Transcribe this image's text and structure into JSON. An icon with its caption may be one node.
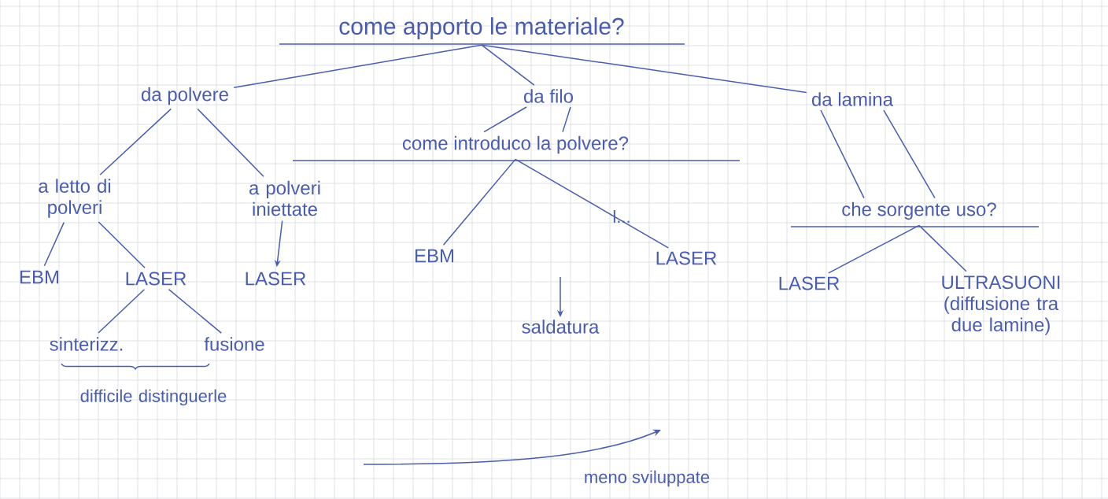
{
  "diagram": {
    "nodes": [
      {
        "text": [
          "come apporto le materiale?"
        ]
      },
      {
        "text": [
          "da polvere"
        ]
      },
      {
        "text": [
          "da filo"
        ]
      },
      {
        "text": [
          "da lamina"
        ]
      },
      {
        "text": [
          "come introduco la polvere?"
        ]
      },
      {
        "text": [
          "a letto di polveri"
        ]
      },
      {
        "text": [
          "a polveri iniettate"
        ]
      },
      {
        "text": [
          "EBM"
        ]
      },
      {
        "text": [
          "LASER"
        ]
      },
      {
        "text": [
          "LASER"
        ]
      },
      {
        "text": [
          "sinterizz."
        ]
      },
      {
        "text": [
          "fusione"
        ]
      },
      {
        "text": [
          "EBM"
        ]
      },
      {
        "text": [
          "LASER"
        ]
      },
      {
        "text": [
          "saldatura"
        ]
      },
      {
        "text": [
          "che sorgente uso?"
        ]
      },
      {
        "text": [
          "LASER"
        ]
      },
      {
        "text": [
          "ULTRASUONI (diffusione tra due lamine)"
        ]
      }
    ],
    "edges": [
      {
        "from": 0,
        "to": 1,
        "arrow": "none"
      },
      {
        "from": 0,
        "to": 2,
        "arrow": "none"
      },
      {
        "from": 0,
        "to": 3,
        "arrow": "none"
      },
      {
        "from": 1,
        "to": 5,
        "arrow": "none"
      },
      {
        "from": 1,
        "to": 6,
        "arrow": "none"
      },
      {
        "from": 2,
        "to": 4,
        "arrow": "none"
      },
      {
        "from": 2,
        "to": 4,
        "arrow": "none"
      },
      {
        "from": 3,
        "to": 15,
        "arrow": "none"
      },
      {
        "from": 3,
        "to": 15,
        "arrow": "none"
      },
      {
        "from": 5,
        "to": 7,
        "arrow": "none"
      },
      {
        "from": 5,
        "to": 8,
        "arrow": "none"
      },
      {
        "from": 6,
        "to": 9,
        "arrow": "to"
      },
      {
        "from": 8,
        "to": 10,
        "arrow": "none"
      },
      {
        "from": 8,
        "to": 11,
        "arrow": "none"
      },
      {
        "from": 4,
        "to": 12,
        "arrow": "none"
      },
      {
        "from": 4,
        "to": 13,
        "arrow": "none"
      },
      {
        "from": null,
        "to": 14,
        "arrow": "to"
      },
      {
        "from": 15,
        "to": 16,
        "arrow": "none"
      },
      {
        "from": 15,
        "to": 17,
        "arrow": "none"
      }
    ],
    "labels": [
      "difficile distinguerle",
      "l...",
      "meno sviluppate"
    ]
  }
}
